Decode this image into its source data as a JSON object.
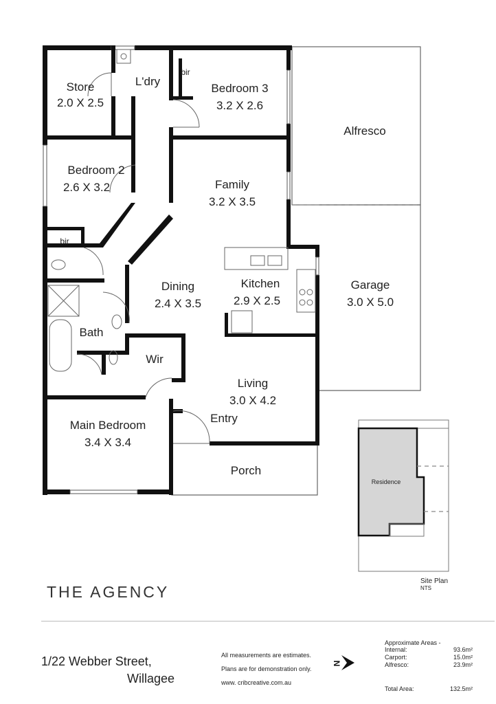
{
  "rooms": {
    "store": {
      "name": "Store",
      "size": "2.0 X 2.5"
    },
    "laundry": {
      "name": "L'dry"
    },
    "bir1": {
      "name": "bir"
    },
    "bedroom3": {
      "name": "Bedroom 3",
      "size": "3.2 X 2.6"
    },
    "alfresco": {
      "name": "Alfresco"
    },
    "bedroom2": {
      "name": "Bedroom 2",
      "size": "2.6 X 3.2"
    },
    "family": {
      "name": "Family",
      "size": "3.2 X 3.5"
    },
    "bir2": {
      "name": "bir"
    },
    "dining": {
      "name": "Dining",
      "size": "2.4 X 3.5"
    },
    "kitchen": {
      "name": "Kitchen",
      "size": "2.9 X 2.5"
    },
    "garage": {
      "name": "Garage",
      "size": "3.0 X 5.0"
    },
    "bath": {
      "name": "Bath"
    },
    "wir": {
      "name": "Wir"
    },
    "living": {
      "name": "Living",
      "size": "3.0 X 4.2"
    },
    "entry": {
      "name": "Entry"
    },
    "main_bedroom": {
      "name": "Main Bedroom",
      "size": "3.4 X 3.4"
    },
    "porch": {
      "name": "Porch"
    }
  },
  "site_plan": {
    "residence_label": "Residence",
    "title": "Site Plan",
    "scale": "NTS"
  },
  "brand": {
    "logo": "THE AGENCY"
  },
  "address": {
    "line1": "1/22 Webber Street,",
    "line2": "Willagee"
  },
  "notes": [
    "All measurements are estimates.",
    "Plans are for demonstration only.",
    "www. cribcreative.com.au"
  ],
  "north_label": "N",
  "areas": {
    "heading": "Approximate Areas -",
    "items": [
      {
        "label": "Internal:",
        "value": "93.6m²"
      },
      {
        "label": "Carport:",
        "value": "15.0m²"
      },
      {
        "label": "Alfresco:",
        "value": "23.9m²"
      }
    ],
    "total_label": "Total Area:",
    "total_value": "132.5m²"
  }
}
